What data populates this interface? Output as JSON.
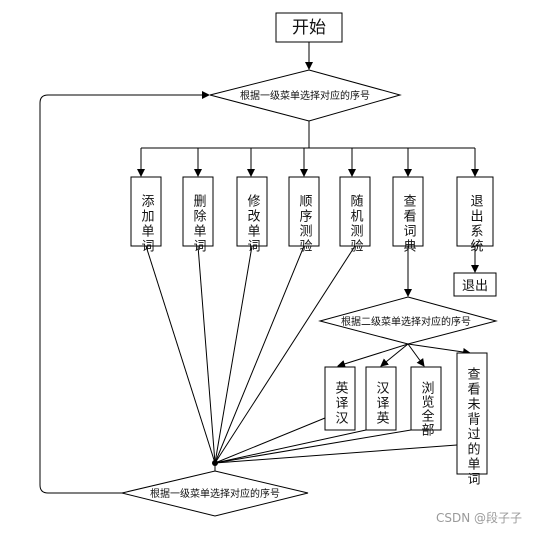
{
  "diagram": {
    "start": "开始",
    "menu1_top": "根据一级菜单选择对应的序号",
    "menu1_bottom": "根据一级菜单选择对应的序号",
    "menu2": "根据二级菜单选择对应的序号",
    "exit": "退出",
    "level1_options": [
      {
        "id": "add",
        "label": "添加单词"
      },
      {
        "id": "delete",
        "label": "删除单词"
      },
      {
        "id": "modify",
        "label": "修改单词"
      },
      {
        "id": "seq-test",
        "label": "顺序测验"
      },
      {
        "id": "rand-test",
        "label": "随机测验"
      },
      {
        "id": "dict",
        "label": "查看词典"
      },
      {
        "id": "exit-system",
        "label": "退出系统"
      }
    ],
    "level2_options": [
      {
        "id": "en-zh",
        "label": "英译汉"
      },
      {
        "id": "zh-en",
        "label": "汉译英"
      },
      {
        "id": "browse-all",
        "label": "浏览全部"
      },
      {
        "id": "unlearned",
        "label": "查看未背过的单词"
      }
    ]
  },
  "watermark": "CSDN @段子子"
}
